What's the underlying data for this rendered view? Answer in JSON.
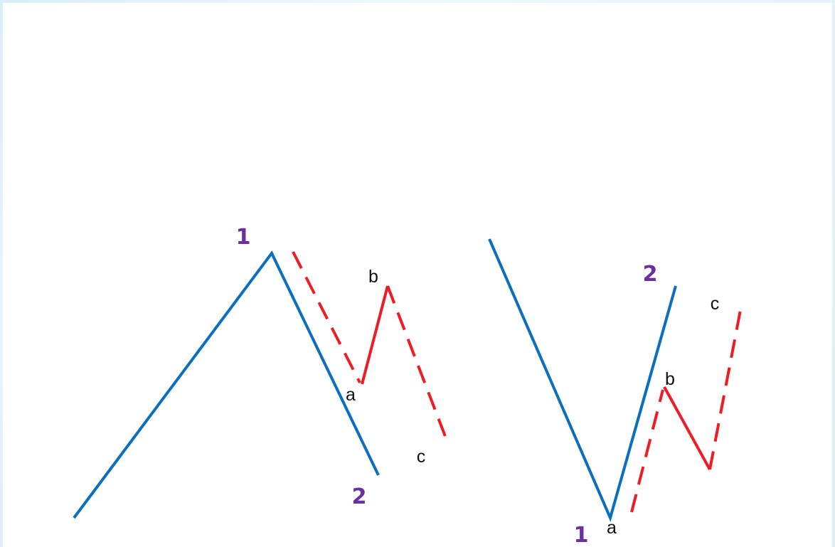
{
  "colors": {
    "impulse": "#0a6fbe",
    "corrective": "#ee1c24",
    "wave_number": "#6a2fa0",
    "sub_label": "#111111"
  },
  "left_pattern": {
    "labels": {
      "wave1": "1",
      "wave2": "2",
      "a": "a",
      "b": "b",
      "c": "c"
    }
  },
  "right_pattern": {
    "labels": {
      "wave1": "1",
      "wave2": "2",
      "a": "a",
      "b": "b",
      "c": "c"
    }
  }
}
